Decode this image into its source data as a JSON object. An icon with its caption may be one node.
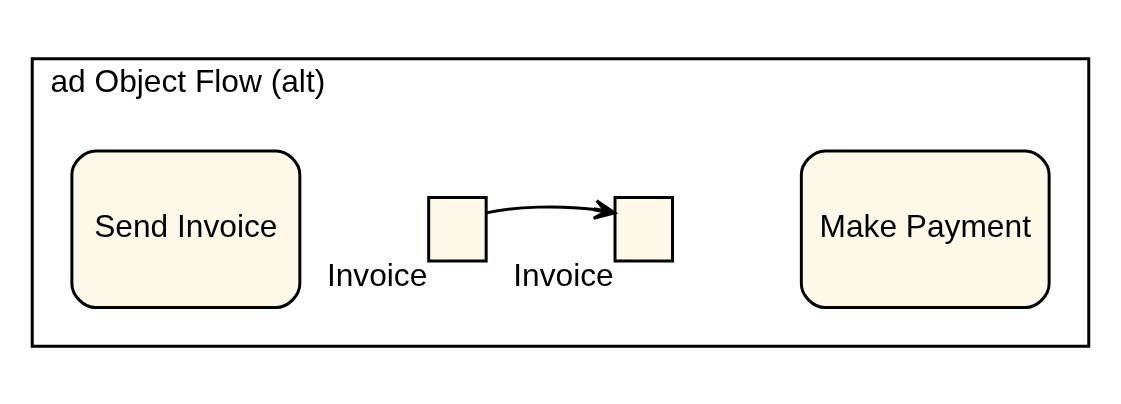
{
  "diagram": {
    "nodes": [
      {
        "text": [
          "ad Object Flow (alt)"
        ]
      },
      {
        "text": [
          "Send Invoice"
        ],
        "in": 0
      },
      {
        "text": [],
        "shape": "box",
        "in": 0,
        "beside": [
          "Invoice"
        ]
      },
      {
        "text": [],
        "shape": "box",
        "in": 0,
        "beside": [
          "Invoice"
        ]
      },
      {
        "text": [
          "Make Payment"
        ],
        "in": 0
      }
    ],
    "edges": [
      {
        "from": 2,
        "to": 3,
        "arrow": "to"
      }
    ]
  }
}
